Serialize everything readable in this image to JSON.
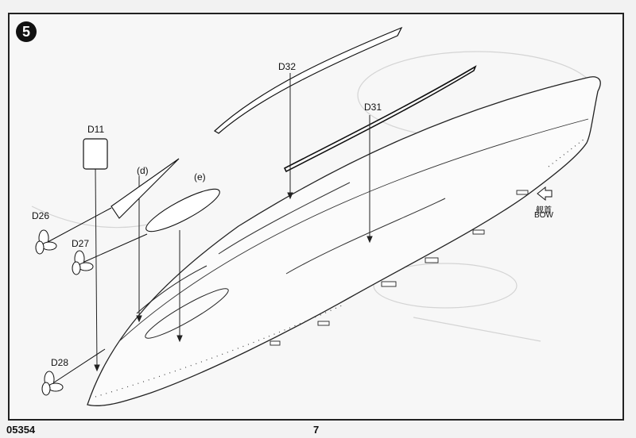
{
  "step": {
    "number": "5"
  },
  "parts": {
    "d11": "D11",
    "d26": "D26",
    "d27": "D27",
    "d28": "D28",
    "d31": "D31",
    "d32": "D32",
    "sub_d": "(d)",
    "sub_e": "(e)"
  },
  "bow": {
    "zh": "舰首",
    "en": "BOW"
  },
  "footer": {
    "code": "05354",
    "page": "7"
  }
}
